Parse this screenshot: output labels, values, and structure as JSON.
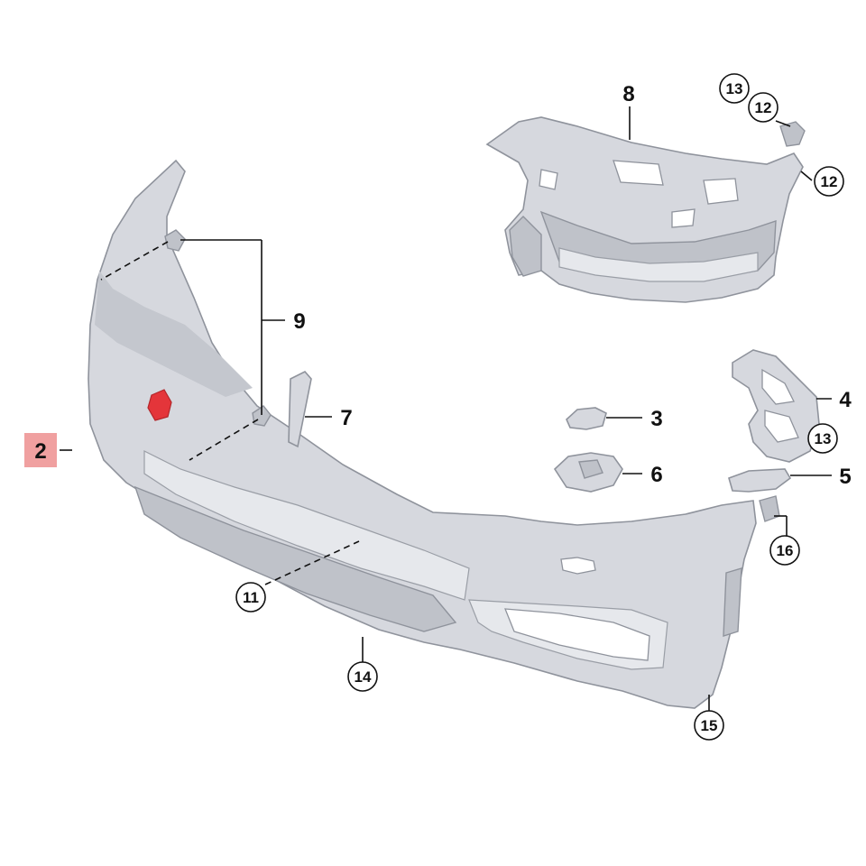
{
  "callouts": {
    "c2": "2",
    "c3": "3",
    "c4": "4",
    "c5": "5",
    "c6": "6",
    "c7": "7",
    "c8": "8",
    "c9": "9",
    "c11": "11",
    "c12a": "12",
    "c12b": "12",
    "c13a": "13",
    "c13b": "13",
    "c14": "14",
    "c15": "15",
    "c16": "16"
  },
  "colors": {
    "highlight": "#f0a0a0",
    "highlighted_part": "#e4353a",
    "part_fill": "#d6d8de",
    "outline": "#8f939c"
  }
}
